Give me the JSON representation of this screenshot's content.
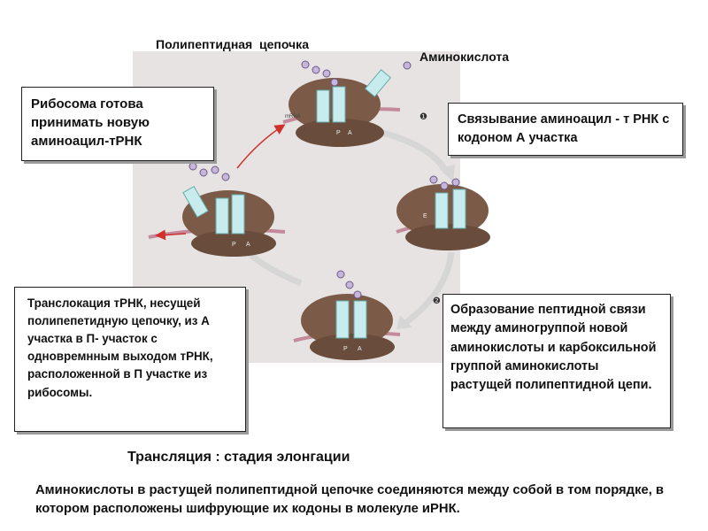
{
  "labels": {
    "polypeptide_chain": "Полипептидная  цепочка",
    "amino_acid": "Аминокислота",
    "mrna": "mRNA",
    "site_e": "E",
    "site_p": "P",
    "site_a": "A",
    "step1_marker": "❶",
    "step2_marker": "❷"
  },
  "boxes": {
    "ribosome_ready": "Рибосома готова принимать новую аминоацил-тРНК",
    "binding": "Связывание аминоацил - т РНК с кодоном  А участка",
    "translocation": "Транслокация тРНК, несущей полипепетидную цепочку,  из А участка в П- участок с одновремнным выходом  тРНК, расположенной в  П участке из рибосомы.",
    "peptide_bond": "Образование пептидной связи между аминогруппой новой аминокислоты и карбоксильной группой аминокислоты растущей полипептидной цепи."
  },
  "heading": "Трансляция : стадия элонгации",
  "caption": "Аминокислоты в растущей полипептидной цепочке соединяются между собой в том порядке, в котором расположены  шифрующие их кодоны в молекуле иРНК.",
  "colors": {
    "panel": "#e6e3e2",
    "ribosome": "#7b5a48",
    "ribosome_dark": "#5e4234",
    "mrna": "#c48a9c",
    "trna": "#c8ecee",
    "amino_acid": "#c7b6db",
    "arrow_red": "#d0312d",
    "cycle_arrow": "#d9d9d9"
  }
}
